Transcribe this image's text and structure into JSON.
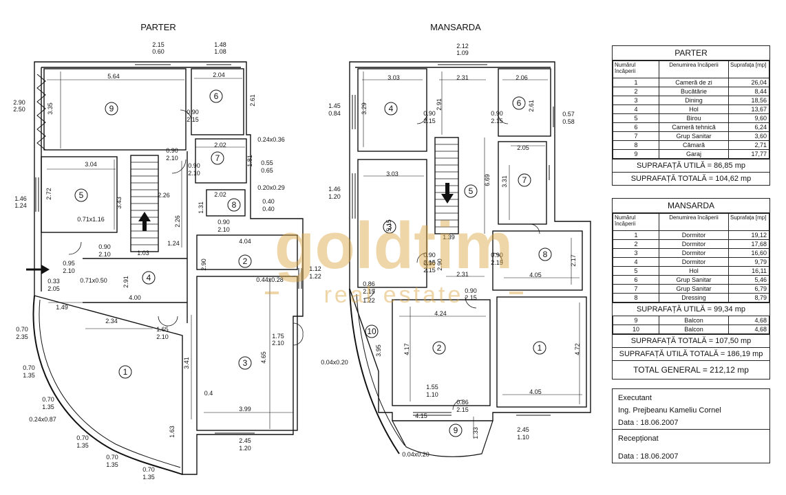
{
  "parter": {
    "title": "PARTER",
    "rooms": [
      "1",
      "2",
      "3",
      "4",
      "5",
      "6",
      "7",
      "8",
      "9"
    ],
    "dims": [
      "2.15",
      "0.60",
      "1.48",
      "1.08",
      "5.64",
      "2.04",
      "3.35",
      "2.61",
      "0.90",
      "2.15",
      "2.90",
      "2.50",
      "0.24x0.36",
      "2.02",
      "0.90",
      "2.10",
      "1.81",
      "0.90",
      "2.10",
      "0.55",
      "0.65",
      "3.04",
      "0.20x0.29",
      "2.72",
      "3.43",
      "2.26",
      "2.02",
      "1.31",
      "0.40",
      "0.40",
      "0.71x1.16",
      "2.26",
      "0.90",
      "2.10",
      "1.46",
      "1.24",
      "0.90",
      "2.10",
      "1.24",
      "4.04",
      "1.03",
      "0.95",
      "2.10",
      "2.90",
      "1.12",
      "1.22",
      "0.33",
      "2.05",
      "0.71x0.50",
      "2.91",
      "0.44x0.28",
      "1.49",
      "4.00",
      "2.34",
      "1.65",
      "2.10",
      "1.75",
      "2.10",
      "0.70",
      "2.35",
      "3.41",
      "4.65",
      "0.70",
      "1.35",
      "0.4",
      "0.70",
      "1.35",
      "3.99",
      "0.24x0.87",
      "1.63",
      "0.70",
      "1.35",
      "2.45",
      "1.20",
      "0.70",
      "1.35",
      "0.70",
      "1.35"
    ]
  },
  "mansarda": {
    "title": "MANSARDA",
    "rooms": [
      "1",
      "2",
      "3",
      "4",
      "5",
      "6",
      "7",
      "8",
      "9",
      "10"
    ],
    "dims": [
      "2.12",
      "1.09",
      "3.03",
      "2.31",
      "2.06",
      "1.45",
      "0.84",
      "3.29",
      "0.90",
      "2.15",
      "2.91",
      "0.90",
      "2.15",
      "2.61",
      "0.57",
      "0.58",
      "2.05",
      "3.03",
      "6.69",
      "3.31",
      "1.46",
      "1.20",
      "5.15",
      "0.90",
      "2.15",
      "1.39",
      "2.17",
      "0.90",
      "2.15",
      "2.90",
      "0.90",
      "2.15",
      "4.05",
      "2.31",
      "0.86",
      "2.15",
      "1.22",
      "0.90",
      "2.15",
      "4.24",
      "3.95",
      "4.17",
      "4.72",
      "0.04x0.20",
      "1.55",
      "1.10",
      "0.86",
      "2.15",
      "4.05",
      "4.15",
      "1.33",
      "2.45",
      "1.10",
      "0.04x0.20"
    ]
  },
  "watermark": {
    "brand": "goldtim",
    "sub": "real estate",
    "color": "#d9a441"
  },
  "table_parter": {
    "title": "PARTER",
    "headers": [
      "Numărul încăperii",
      "Denumirea încăperii",
      "Suprafața [mp]"
    ],
    "rows": [
      [
        "1",
        "Cameră de zi",
        "26,04"
      ],
      [
        "2",
        "Bucătărie",
        "8,44"
      ],
      [
        "3",
        "Dining",
        "18,56"
      ],
      [
        "4",
        "Hol",
        "13,67"
      ],
      [
        "5",
        "Birou",
        "9,60"
      ],
      [
        "6",
        "Cameră tehnică",
        "6,24"
      ],
      [
        "7",
        "Grup Sanitar",
        "3,60"
      ],
      [
        "8",
        "Cămară",
        "2,71"
      ],
      [
        "9",
        "Garaj",
        "17,77"
      ]
    ],
    "sum_util": "SUPRAFAȚĂ UTILĂ = 86,85 mp",
    "sum_total": "SUPRAFAȚĂ TOTALĂ = 104,62 mp"
  },
  "table_mansarda": {
    "title": "MANSARDA",
    "headers": [
      "Numărul încăperii",
      "Denumirea încăperii",
      "Suprafața [mp]"
    ],
    "rows": [
      [
        "1",
        "Dormitor",
        "19,12"
      ],
      [
        "2",
        "Dormitor",
        "17,68"
      ],
      [
        "3",
        "Dormitor",
        "16,60"
      ],
      [
        "4",
        "Dormitor",
        "9,79"
      ],
      [
        "5",
        "Hol",
        "16,11"
      ],
      [
        "6",
        "Grup Sanitar",
        "5,46"
      ],
      [
        "7",
        "Grup Sanitar",
        "6,79"
      ],
      [
        "8",
        "Dressing",
        "8,79"
      ]
    ],
    "sum_util": "SUPRAFAȚĂ UTILĂ = 99,34 mp",
    "balcony_rows": [
      [
        "9",
        "Balcon",
        "4,68"
      ],
      [
        "10",
        "Balcon",
        "4,68"
      ]
    ],
    "sum_total": "SUPRAFAȚĂ TOTALĂ = 107,50 mp",
    "sum_util_total": "SUPRAFAȚĂ UTILĂ TOTALĂ = 186,19 mp",
    "total_general": "TOTAL GENERAL = 212,12 mp"
  },
  "executant": {
    "label": "Executant",
    "name": "Ing.  Prejbeanu Kameliu Cornel",
    "date": "Data : 18.06.2007"
  },
  "receptionat": {
    "label": "Recepționat",
    "date": "Data : 18.06.2007"
  }
}
